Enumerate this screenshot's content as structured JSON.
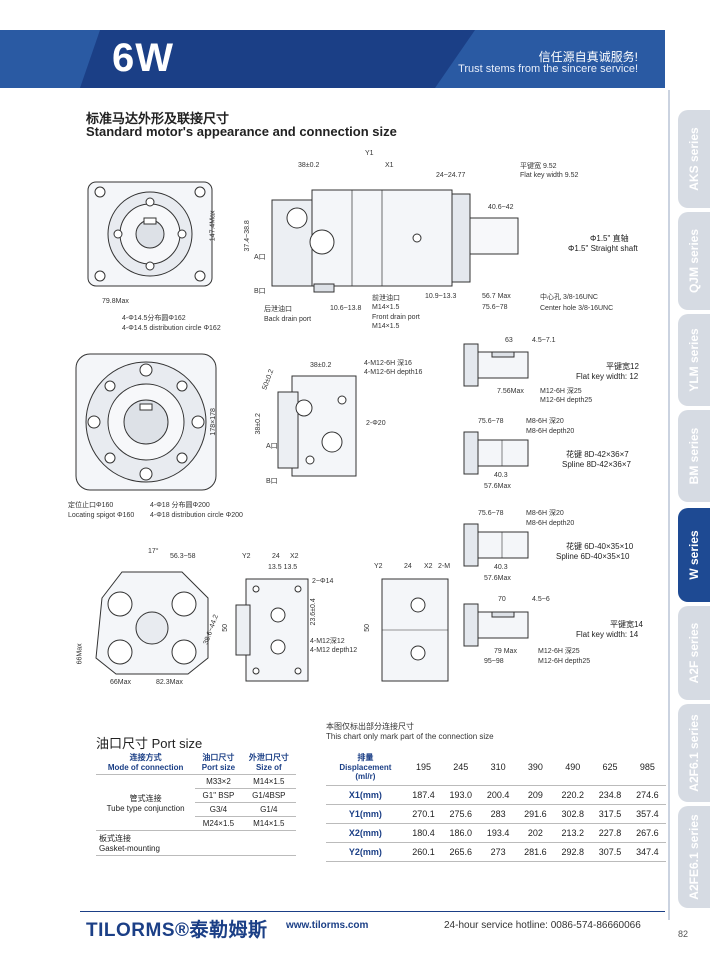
{
  "header": {
    "title": "6W",
    "slogan_cn": "信任源自真诚服务!",
    "slogan_en": "Trust stems from the sincere service!"
  },
  "side_tabs": [
    {
      "label": "AKS series",
      "active": false
    },
    {
      "label": "QJM series",
      "active": false
    },
    {
      "label": "YLM series",
      "active": false
    },
    {
      "label": "BM series",
      "active": false
    },
    {
      "label": "W series",
      "active": true
    },
    {
      "label": "A2F series",
      "active": false
    },
    {
      "label": "A2F6.1 series",
      "active": false
    },
    {
      "label": "A2FE6.1 series",
      "active": false
    }
  ],
  "section": {
    "title_cn": "标准马达外形及联接尺寸",
    "title_en": "Standard motor's appearance and connection size"
  },
  "drawing_labels": {
    "front1_dim": "147.4Max",
    "front1_width": "79.8Max",
    "front1_note_cn": "4-Φ14.5分布圆Φ162",
    "front1_note_en": "4-Φ14.5 distribution circle Φ162",
    "y1": "Y1",
    "x1": "X1",
    "d38": "38±0.2",
    "d24": "24~24.77",
    "d37": "37.4~38.8",
    "a_port": "A口",
    "b_port": "B口",
    "back_drain_cn": "后泄油口",
    "back_drain_en": "Back drain port",
    "d106": "10.6~13.8",
    "front_drain_cn": "前泄油口",
    "front_drain_m14": "M14×1.5",
    "front_drain_en": "Front drain port",
    "front_drain_m14b": "M14×1.5",
    "d109": "10.9~13.3",
    "d567": "56.7 Max",
    "d756": "75.6~78",
    "d4064": "40.6~42",
    "key952_cn": "平键宽 9.52",
    "key952_en": "Flat key width 9.52",
    "shaft_cn": "Φ1.5\" 直轴",
    "shaft_en": "Φ1.5\" Straight shaft",
    "center_cn": "中心孔 3/8-16UNC",
    "center_en": "Center hole 3/8-16UNC",
    "front2_dim": "178×178",
    "spigot_cn": "定位止口Φ160",
    "spigot_en": "Locating spigot Φ160",
    "front2_note_cn": "4-Φ18 分布圆Φ200",
    "front2_note_en": "4-Φ18 distribution circle Φ200",
    "m12": "4-M12-6H 深16",
    "m12_en": "4-M12-6H depth16",
    "d2_20": "2-Φ20",
    "d50": "50±0.2",
    "d38b": "38±0.2",
    "key12_cn": "平键宽12",
    "key12_en": "Flat key width: 12",
    "d63": "63",
    "d45": "4.5~7.1",
    "d756b": "7.56Max",
    "m12_25": "M12-6H 深25",
    "m12_25_en": "M12-6H depth25",
    "m8_20": "M8-6H 深20",
    "m8_20_en": "M8-6H depth20",
    "spline42_cn": "花键 8D-42×36×7",
    "spline42_en": "Spline 8D-42×36×7",
    "d403": "40.3",
    "d576": "57.6Max",
    "spline40_cn": "花键 6D-40×35×10",
    "spline40_en": "Spline 6D-40×35×10",
    "key14_cn": "平键宽14",
    "key14_en": "Flat key width: 14",
    "d70": "70",
    "d4556": "4.5~6",
    "d79": "79 Max",
    "d9598": "95~98",
    "d17": "17°",
    "d563": "56.3~58",
    "d386": "38.6~44.2",
    "d66": "66Max",
    "d66b": "66Max",
    "d823": "82.3Max",
    "y2": "Y2",
    "x2": "X2",
    "d24b": "24",
    "d1335": "13.5 13.5",
    "d2_14": "2~Φ14",
    "d23": "23.6±0.4",
    "m12_4": "4-M12深12",
    "m12_4_en": "4-M12 depth12",
    "d50b": "50",
    "d2m": "2-M"
  },
  "port_size": {
    "title": "油口尺寸 Port size",
    "headers": [
      {
        "cn": "连接方式",
        "en": "Mode of connection"
      },
      {
        "cn": "油口尺寸",
        "en": "Port size"
      },
      {
        "cn": "外泄口尺寸",
        "en": "Size of"
      }
    ],
    "groups": [
      {
        "mode_cn": "管式连接",
        "mode_en": "Tube type conjunction",
        "rows": [
          [
            "M33×2",
            "M14×1.5"
          ],
          [
            "G1\" BSP",
            "G1/4BSP"
          ],
          [
            "G3/4",
            "G1/4"
          ],
          [
            "M24×1.5",
            "M14×1.5"
          ]
        ]
      },
      {
        "mode_cn": "板式连接",
        "mode_en": "Gasket-mounting",
        "rows": []
      }
    ]
  },
  "connection": {
    "note_cn": "本图仅标出部分连接尺寸",
    "note_en": "This chart only mark part of the connection size",
    "header_cn": "排量",
    "header_en": "Displacement",
    "header_unit": "(ml/r)",
    "columns": [
      "195",
      "245",
      "310",
      "390",
      "490",
      "625",
      "985"
    ],
    "rows": [
      {
        "label": "X1(mm)",
        "values": [
          "187.4",
          "193.0",
          "200.4",
          "209",
          "220.2",
          "234.8",
          "274.6"
        ]
      },
      {
        "label": "Y1(mm)",
        "values": [
          "270.1",
          "275.6",
          "283",
          "291.6",
          "302.8",
          "317.5",
          "357.4"
        ]
      },
      {
        "label": "X2(mm)",
        "values": [
          "180.4",
          "186.0",
          "193.4",
          "202",
          "213.2",
          "227.8",
          "267.6"
        ]
      },
      {
        "label": "Y2(mm)",
        "values": [
          "260.1",
          "265.6",
          "273",
          "281.6",
          "292.8",
          "307.5",
          "347.4"
        ]
      }
    ]
  },
  "footer": {
    "brand": "TILORMS®泰勒姆斯",
    "url": "www.tilorms.com",
    "hotline": "24-hour service hotline: 0086-574-86660066",
    "page": "82"
  }
}
